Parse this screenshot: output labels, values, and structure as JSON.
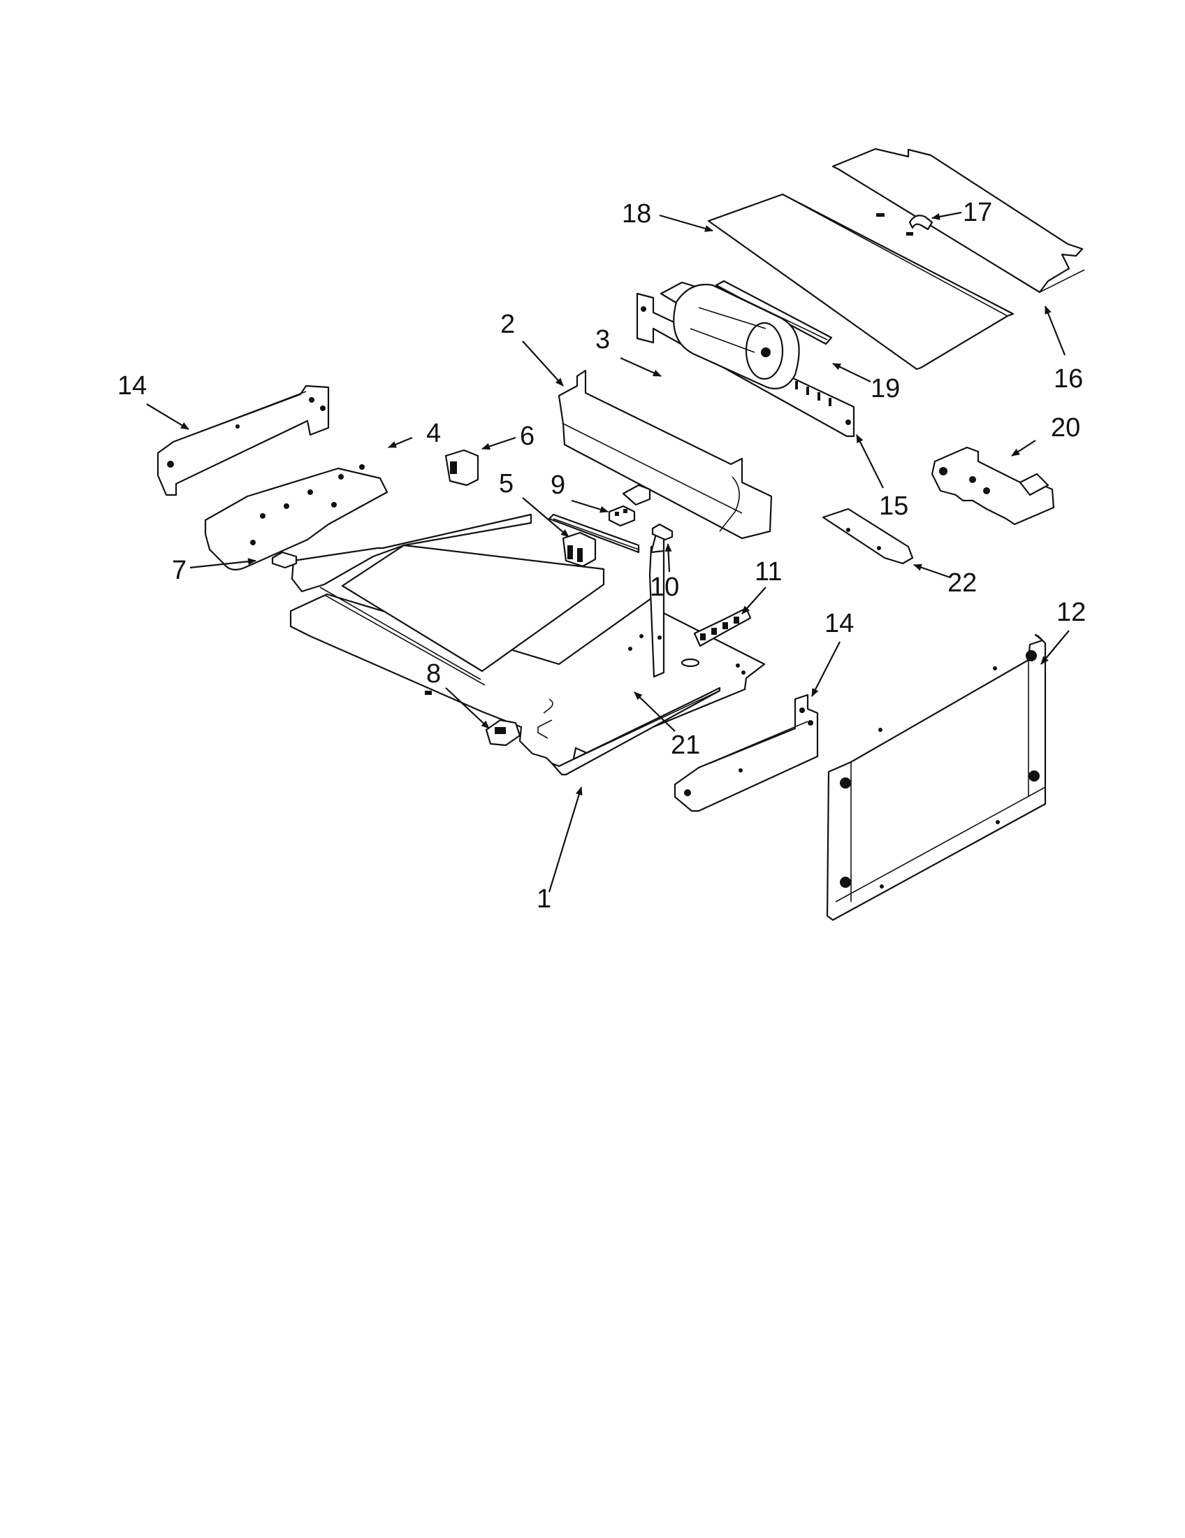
{
  "callouts": [
    {
      "id": "p1",
      "label": "1"
    },
    {
      "id": "p2",
      "label": "2"
    },
    {
      "id": "p3",
      "label": "3"
    },
    {
      "id": "p4",
      "label": "4"
    },
    {
      "id": "p5",
      "label": "5"
    },
    {
      "id": "p6",
      "label": "6"
    },
    {
      "id": "p7",
      "label": "7"
    },
    {
      "id": "p8",
      "label": "8"
    },
    {
      "id": "p9",
      "label": "9"
    },
    {
      "id": "p10",
      "label": "10"
    },
    {
      "id": "p11",
      "label": "11"
    },
    {
      "id": "p12",
      "label": "12"
    },
    {
      "id": "p14a",
      "label": "14"
    },
    {
      "id": "p14b",
      "label": "14"
    },
    {
      "id": "p15",
      "label": "15"
    },
    {
      "id": "p16",
      "label": "16"
    },
    {
      "id": "p17",
      "label": "17"
    },
    {
      "id": "p18",
      "label": "18"
    },
    {
      "id": "p19",
      "label": "19"
    },
    {
      "id": "p20",
      "label": "20"
    },
    {
      "id": "p21",
      "label": "21"
    },
    {
      "id": "p22",
      "label": "22"
    }
  ],
  "colors": {
    "line": "#111111",
    "background": "#ffffff"
  }
}
